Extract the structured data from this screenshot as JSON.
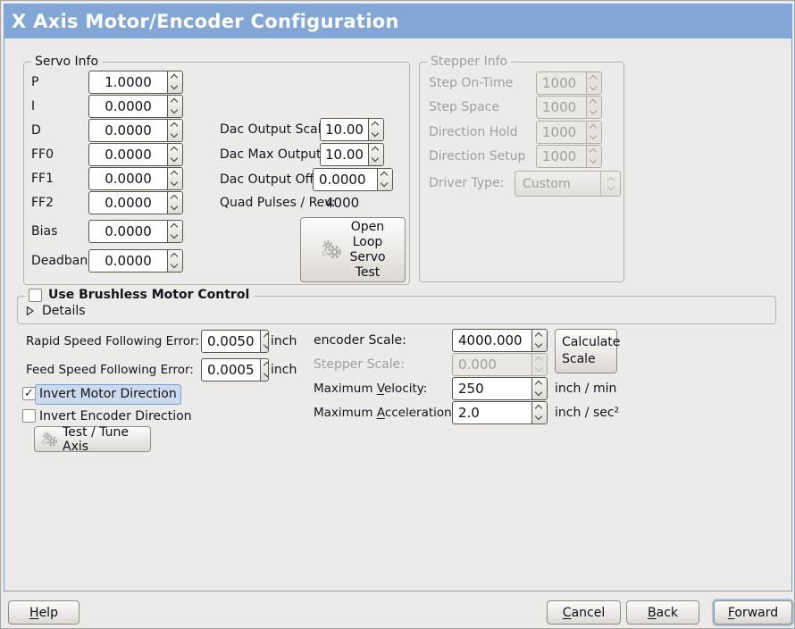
{
  "window": {
    "title": "X Axis Motor/Encoder Configuration"
  },
  "servo_info": {
    "legend": "Servo Info",
    "fields": [
      {
        "label": "P",
        "value": "1.0000"
      },
      {
        "label": "I",
        "value": "0.0000"
      },
      {
        "label": "D",
        "value": "0.0000"
      },
      {
        "label": "FF0",
        "value": "0.0000"
      },
      {
        "label": "FF1",
        "value": "0.0000"
      },
      {
        "label": "FF2",
        "value": "0.0000"
      },
      {
        "label": "Bias",
        "value": "0.0000"
      },
      {
        "label": "Deadband",
        "value": "0.0000"
      }
    ]
  },
  "dac": {
    "scale_label": "Dac Output Scale:",
    "scale_value": "10.00",
    "max_label": "Dac Max Output:",
    "max_value": "10.00",
    "offset_label": "Dac Output Offset:",
    "offset_value": "0.0000",
    "quad_label": "Quad Pulses / Rev:",
    "quad_value": "4000",
    "open_loop_button": "Open\nLoop\nServo\nTest"
  },
  "stepper_info": {
    "legend": "Stepper Info",
    "fields": [
      {
        "label": "Step On-Time",
        "value": "1000"
      },
      {
        "label": "Step Space",
        "value": "1000"
      },
      {
        "label": "Direction Hold",
        "value": "1000"
      },
      {
        "label": "Direction Setup",
        "value": "1000"
      }
    ],
    "driver_label": "Driver Type:",
    "driver_value": "Custom"
  },
  "brushless": {
    "label": "Use Brushless Motor Control",
    "details": "Details"
  },
  "following_error": {
    "rapid_label": "Rapid Speed Following Error:",
    "rapid_value": "0.0050",
    "rapid_unit": "inch",
    "feed_label": "Feed Speed Following Error:",
    "feed_value": "0.0005",
    "feed_unit": "inch"
  },
  "invert": {
    "motor_label": "Invert Motor Direction",
    "motor_check_glyph": "✓",
    "encoder_label": "Invert Encoder Direction"
  },
  "test_axis_button": "Test / Tune Axis",
  "scaling": {
    "encoder_label": "encoder Scale:",
    "encoder_value": "4000.000",
    "stepper_label": "Stepper Scale:",
    "stepper_value": "0.000",
    "calculate_button": "Calculate\nScale",
    "velocity_pre": "Maximum ",
    "velocity_mn": "V",
    "velocity_post": "elocity:",
    "velocity_value": "250",
    "velocity_unit": "inch / min",
    "accel_pre": "Maximum ",
    "accel_mn": "A",
    "accel_post": "cceleration:",
    "accel_value": "2.0",
    "accel_unit": "inch / sec²"
  },
  "actions": {
    "help_mn": "H",
    "help_post": "elp",
    "cancel_mn": "C",
    "cancel_post": "ancel",
    "back_mn": "B",
    "back_post": "ack",
    "forward_mn": "F",
    "forward_post": "orward"
  },
  "colors": {
    "banner": "#82a7d6",
    "frame_border": "#7f9fcc",
    "highlight_bg": "#ccdaed"
  }
}
